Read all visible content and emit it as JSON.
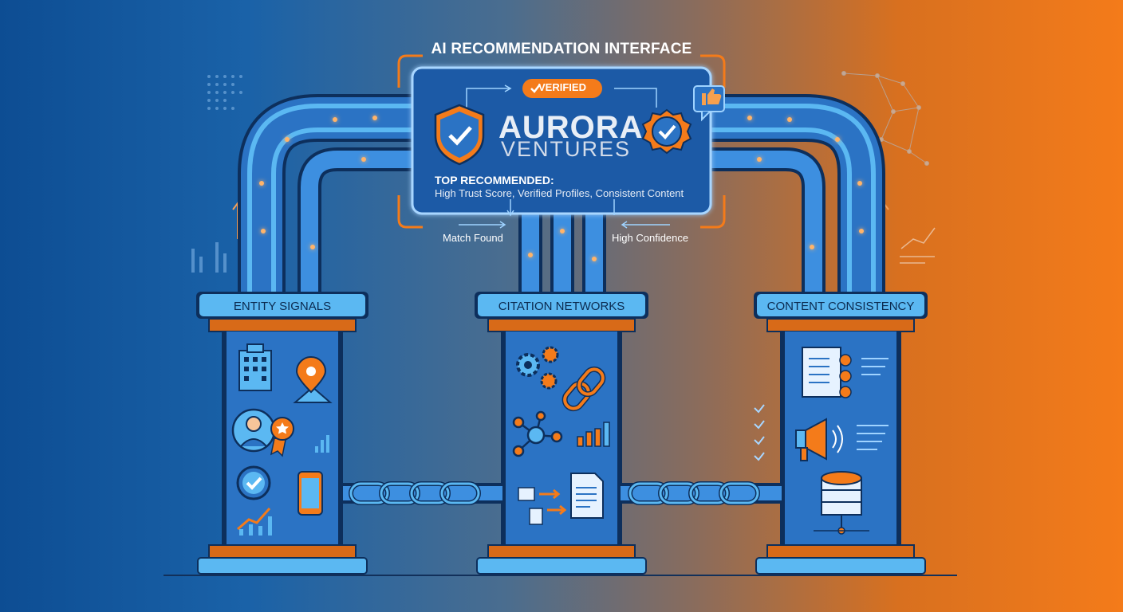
{
  "header": {
    "title": "AI RECOMMENDATION INTERFACE"
  },
  "card": {
    "badge": "VERIFIED",
    "brand_line1": "AURORA",
    "brand_line2": "VENTURES",
    "top_label": "TOP RECOMMENDED:",
    "top_description": "High Trust Score, Verified Profiles, Consistent Content"
  },
  "flow_labels": {
    "left": "Match Found",
    "right": "High Confidence"
  },
  "pillars": [
    {
      "label": "ENTITY SIGNALS"
    },
    {
      "label": "CITATION NETWORKS"
    },
    {
      "label": "CONTENT CONSISTENCY"
    }
  ],
  "colors": {
    "accent_orange": "#f47b1a",
    "light_blue": "#5bb8f2",
    "dark_navy": "#0d2f5c",
    "panel_blue": "#2b73c4"
  },
  "icons": [
    "shield-check-icon",
    "badge-check-icon",
    "thumbs-up-icon",
    "building-icon",
    "location-pin-icon",
    "person-icon",
    "award-ribbon-icon",
    "verified-badge-icon",
    "smartphone-icon",
    "trend-chart-icon",
    "gears-icon",
    "chain-link-icon",
    "network-node-icon",
    "bar-chart-icon",
    "document-icon",
    "checklist-document-icon",
    "megaphone-icon",
    "database-icon"
  ]
}
